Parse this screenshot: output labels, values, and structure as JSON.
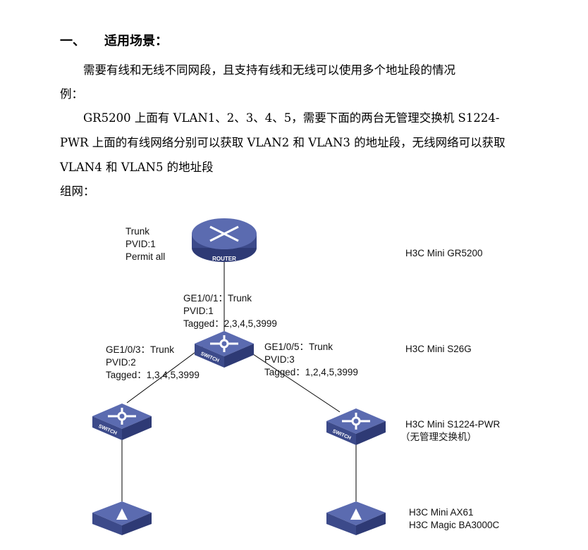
{
  "heading": {
    "number": "一、",
    "title": "适用场景："
  },
  "paragraphs": [
    "需要有线和无线不同网段，且支持有线和无线可以使用多个地址段的情况",
    "例：",
    "GR5200 上面有 VLAN1、2、3、4、5，需要下面的两台无管理交换机  S1224-",
    "PWR 上面的有线网络分别可以获取 VLAN2 和 VLAN3 的地址段，无线网络可以获取",
    "VLAN4 和 VLAN5 的地址段",
    "组网："
  ],
  "diagram": {
    "router_label": "ROUTER",
    "switch_label": "SWITCH",
    "router_port": [
      "Trunk",
      "PVID:1",
      "Permit all"
    ],
    "port_ge1": [
      "GE1/0/1：Trunk",
      "PVID:1",
      "Tagged：2,3,4,5,3999"
    ],
    "port_ge3": [
      "GE1/0/3：Trunk",
      "PVID:2",
      "Tagged：1,3,4,5,3999"
    ],
    "port_ge5": [
      "GE1/0/5：Trunk",
      "PVID:3",
      "Tagged：1,2,4,5,3999"
    ],
    "devices": {
      "router": "H3C Mini GR5200",
      "core_switch": "H3C Mini S26G",
      "access_switch": "H3C Mini S1224-PWR",
      "access_note": "（无管理交换机）",
      "ap1": "H3C Mini AX61",
      "ap2": "H3C Magic BA3000C"
    },
    "icon_color": "#4a5a9e"
  }
}
